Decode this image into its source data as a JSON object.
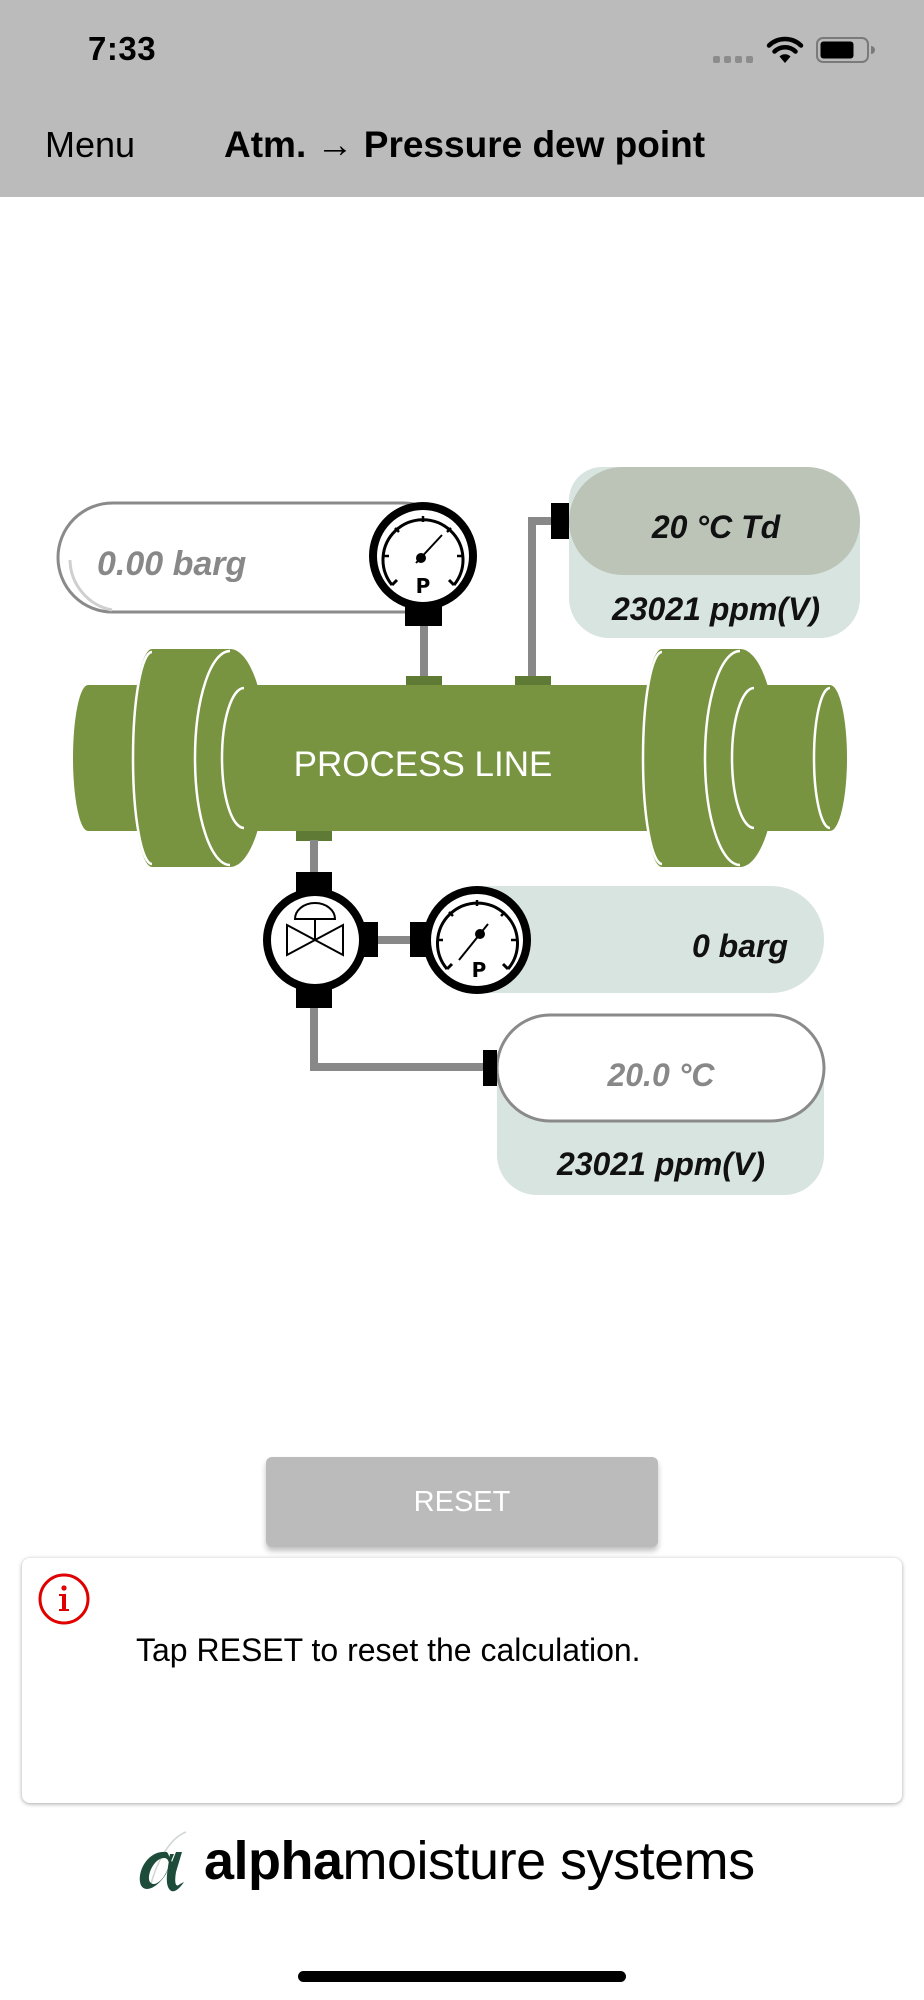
{
  "status_bar": {
    "time": "7:33",
    "icons": [
      "signal-icon",
      "wifi-icon",
      "battery-icon"
    ],
    "battery_level_percent": 70
  },
  "nav": {
    "menu_label": "Menu",
    "title": "Atm. → Pressure dew point"
  },
  "diagram": {
    "process_line_label": "PROCESS LINE",
    "line_pressure": "0.00 barg",
    "dew_point": "20 °C Td",
    "dew_point_ppm": "23021 ppm(V)",
    "sample_pressure": "0 barg",
    "sample_temperature": "20.0 °C",
    "sample_ppm": "23021 ppm(V)",
    "gauge_label": "P",
    "colors": {
      "pipe_green": "#789440",
      "coupling_green": "#5f7a35",
      "dew_header": "#bcc4b8",
      "readout_bg": "#d8e4df",
      "input_text": "#888888"
    }
  },
  "actions": {
    "reset_label": "RESET"
  },
  "info": {
    "icon": "info-icon",
    "message": "Tap RESET to reset the calculation.",
    "icon_color": "#e00000"
  },
  "footer": {
    "logo_bold": "alpha",
    "logo_light": "moisture systems",
    "logo_mark_color": "#1d4d3a"
  }
}
